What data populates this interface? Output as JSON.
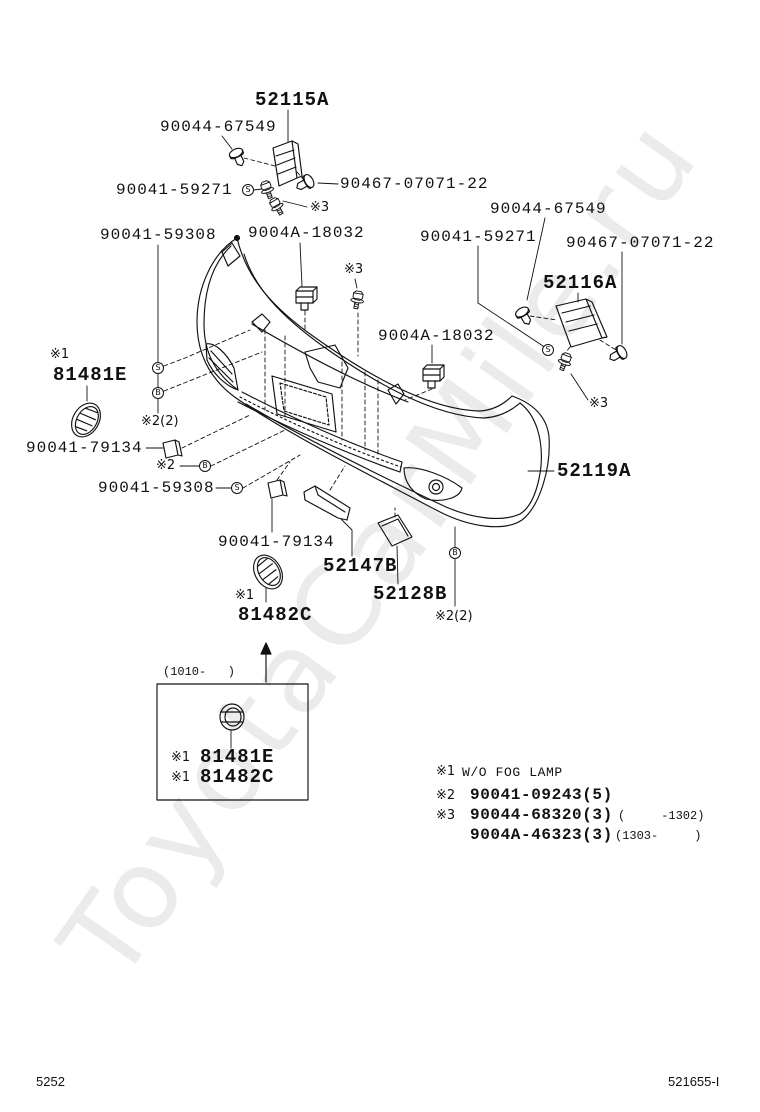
{
  "watermark": "ToyotaCarMile.ru",
  "diagram": {
    "top_retainer": "52115A",
    "top_clip": "90044-67549",
    "top_screw": "90041-59271",
    "top_right_clip": "90467-07071-22",
    "top_note": "※3",
    "right_clip": "90044-67549",
    "left_screw": "90041-59308",
    "center_clip": "9004A-18032",
    "right_screw": "90041-59271",
    "right_far_clip": "90467-07071-22",
    "center_note": "※3",
    "right_retainer": "52116A",
    "left_cover_note": "※1",
    "left_cover": "81481E",
    "center_right_clip": "9004A-18032",
    "right_note": "※3",
    "left_bolt_note": "※2(2)",
    "left_clip": "90041-79134",
    "lower_bolt_note": "※2",
    "bumper_cover": "52119A",
    "lower_screw": "90041-59308",
    "lower_clip": "90041-79134",
    "lower_bracket": "52147B",
    "lower_cover_note": "※1",
    "lower_right_cover": "52128B",
    "lower_cover": "81482C",
    "right_bolt_note": "※2(2)"
  },
  "markers": {
    "s": "S",
    "b": "B"
  },
  "inset": {
    "date_range": "(1010-   )",
    "row1_mark": "※1",
    "row1_part": "81481E",
    "row2_mark": "※1",
    "row2_part": "81482C"
  },
  "legend": {
    "n1_mark": "※1",
    "n1_text": "W/O FOG LAMP",
    "n2_mark": "※2",
    "n2_text": "90041-09243(5)",
    "n3_mark": "※3",
    "n3_part1": "90044-68320(3)",
    "n3_range1": "(     -1302)",
    "n3_part2": "9004A-46323(3)",
    "n3_range2": "(1303-     )"
  },
  "footer": {
    "page": "5252",
    "code": "521655-I"
  }
}
